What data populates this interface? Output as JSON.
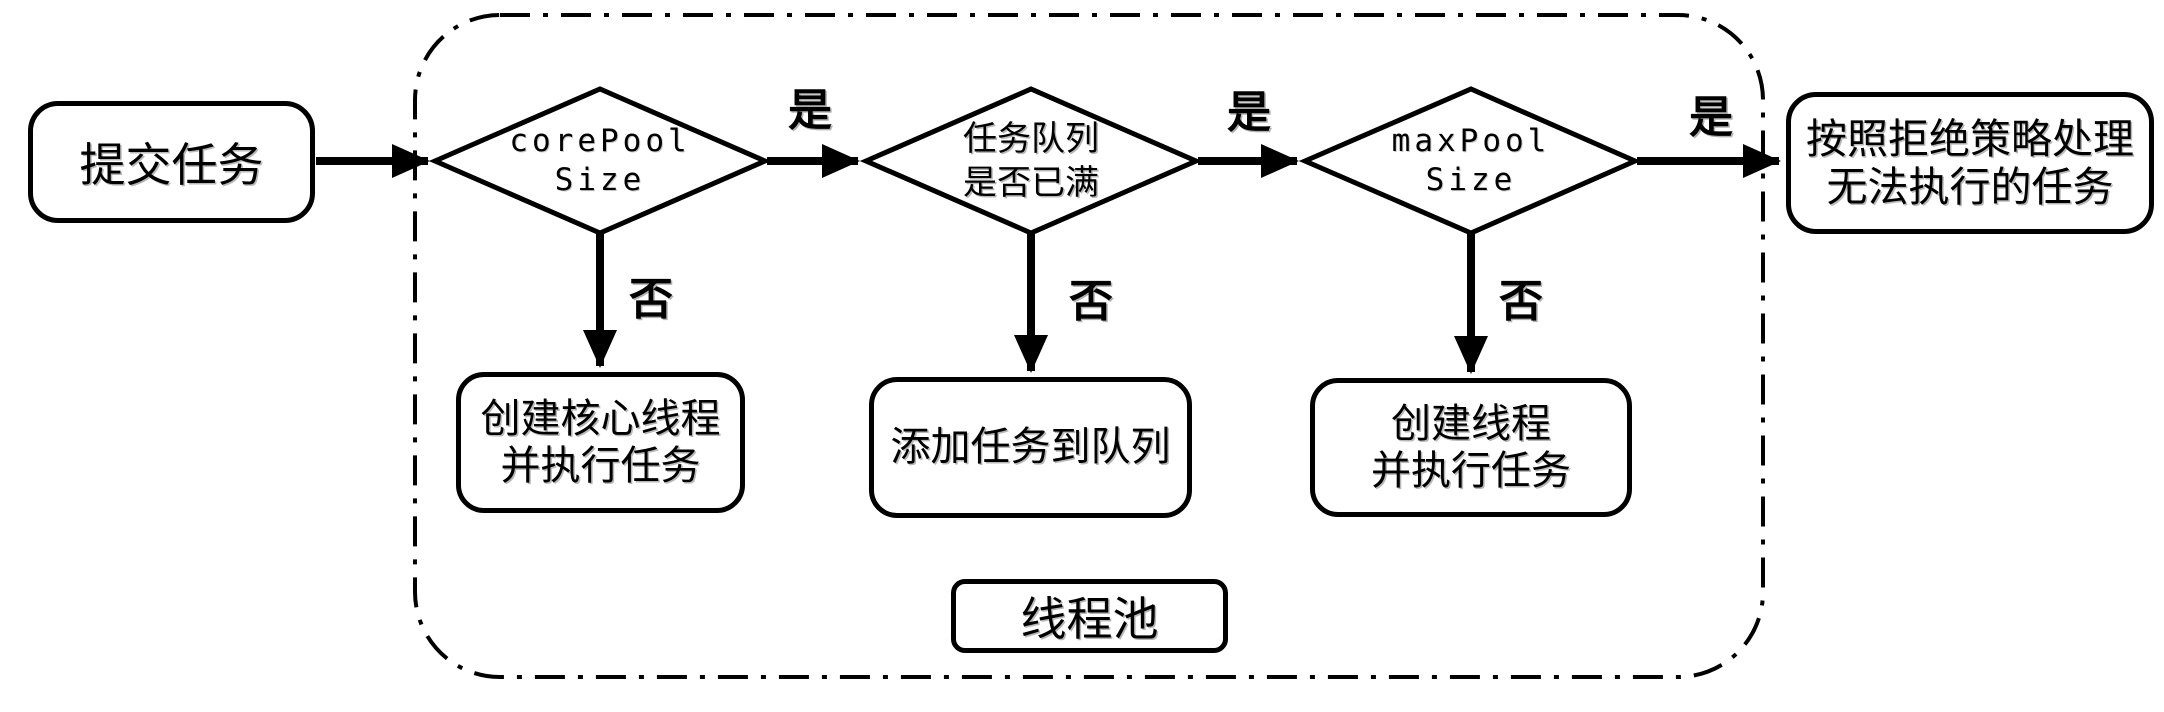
{
  "diagram": {
    "container_label": "线程池",
    "nodes": {
      "submit_task": {
        "label": "提交任务"
      },
      "core_pool_size": {
        "line1": "corePool",
        "line2": "Size"
      },
      "task_queue_full": {
        "line1": "任务队列",
        "line2": "是否已满"
      },
      "max_pool_size": {
        "line1": "maxPool",
        "line2": "Size"
      },
      "create_core_thread": {
        "line1": "创建核心线程",
        "line2": "并执行任务"
      },
      "add_task_to_queue": {
        "label": "添加任务到队列"
      },
      "create_thread": {
        "line1": "创建线程",
        "line2": "并执行任务"
      },
      "reject_policy": {
        "line1": "按照拒绝策略处理",
        "line2": "无法执行的任务"
      }
    },
    "edge_labels": {
      "yes1": "是",
      "yes2": "是",
      "yes3": "是",
      "no1": "否",
      "no2": "否",
      "no3": "否"
    },
    "colors": {
      "line": "#000000",
      "background": "#ffffff"
    }
  }
}
